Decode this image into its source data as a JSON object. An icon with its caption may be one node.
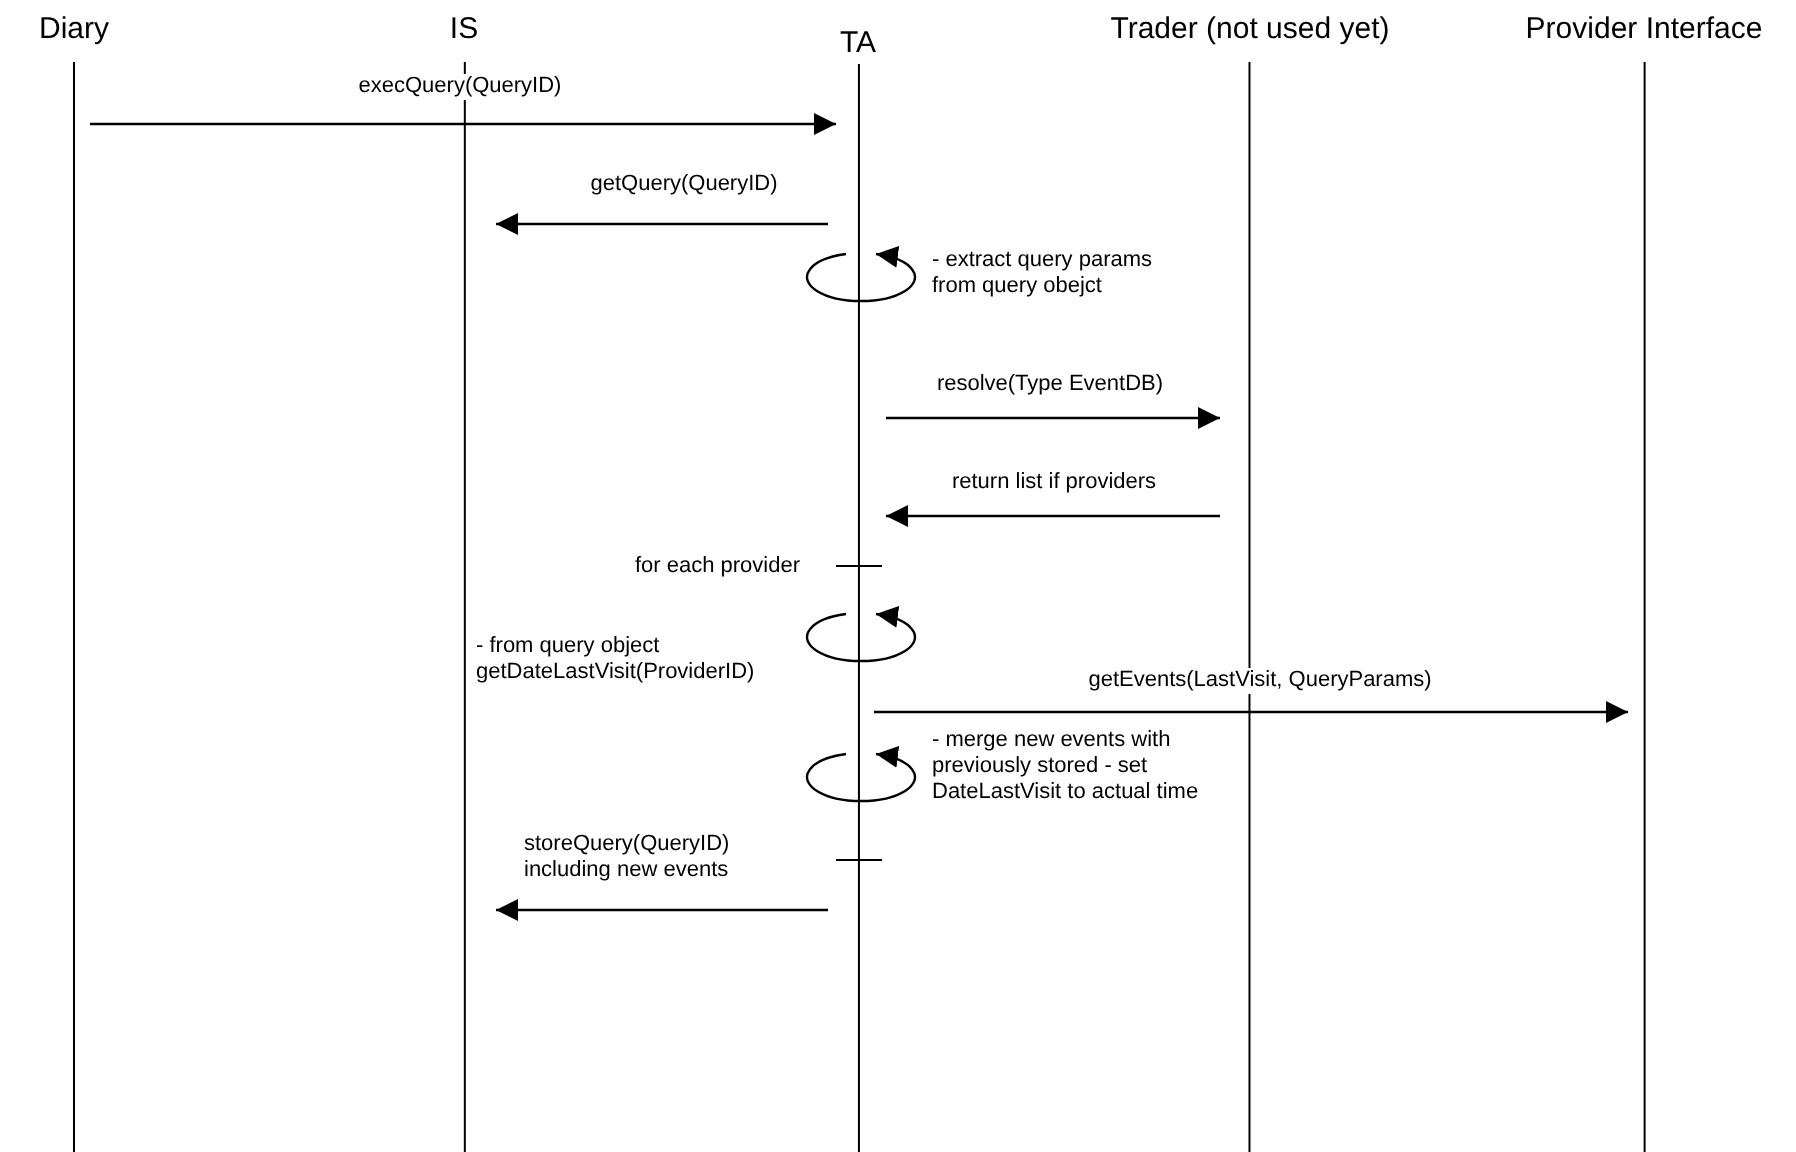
{
  "diagram": {
    "nodes": [
      {
        "text": [
          "Diary"
        ]
      },
      {
        "text": [
          "IS"
        ]
      },
      {
        "text": [
          "TA"
        ]
      },
      {
        "text": [
          "Trader (not used yet)"
        ]
      },
      {
        "text": [
          "Provider Interface"
        ]
      }
    ],
    "edges": [
      {
        "from": 0,
        "to": 2,
        "arrow": "to",
        "label": "execQuery(QueryID)"
      },
      {
        "from": 2,
        "to": 1,
        "arrow": "to",
        "label": "getQuery(QueryID)"
      },
      {
        "from": 2,
        "to": 2,
        "arrow": "to",
        "label": "- extract query params from query obejct"
      },
      {
        "from": 2,
        "to": 3,
        "arrow": "to",
        "label": "resolve(Type EventDB)"
      },
      {
        "from": 3,
        "to": 2,
        "arrow": "to",
        "label": "return list if providers"
      },
      {
        "from": 2,
        "to": 2,
        "arrow": "to",
        "label": "- from query object getDateLastVisit(ProviderID)"
      },
      {
        "from": 2,
        "to": 4,
        "arrow": "to",
        "label": "getEvents(LastVisit, QueryParams)"
      },
      {
        "from": 2,
        "to": 2,
        "arrow": "to",
        "label": "- merge new events with previously stored - set DateLastVisit to actual time"
      },
      {
        "from": 2,
        "to": 1,
        "arrow": "to",
        "label": "storeQuery(QueryID) including new events"
      }
    ],
    "labels": [
      "for each provider"
    ]
  }
}
